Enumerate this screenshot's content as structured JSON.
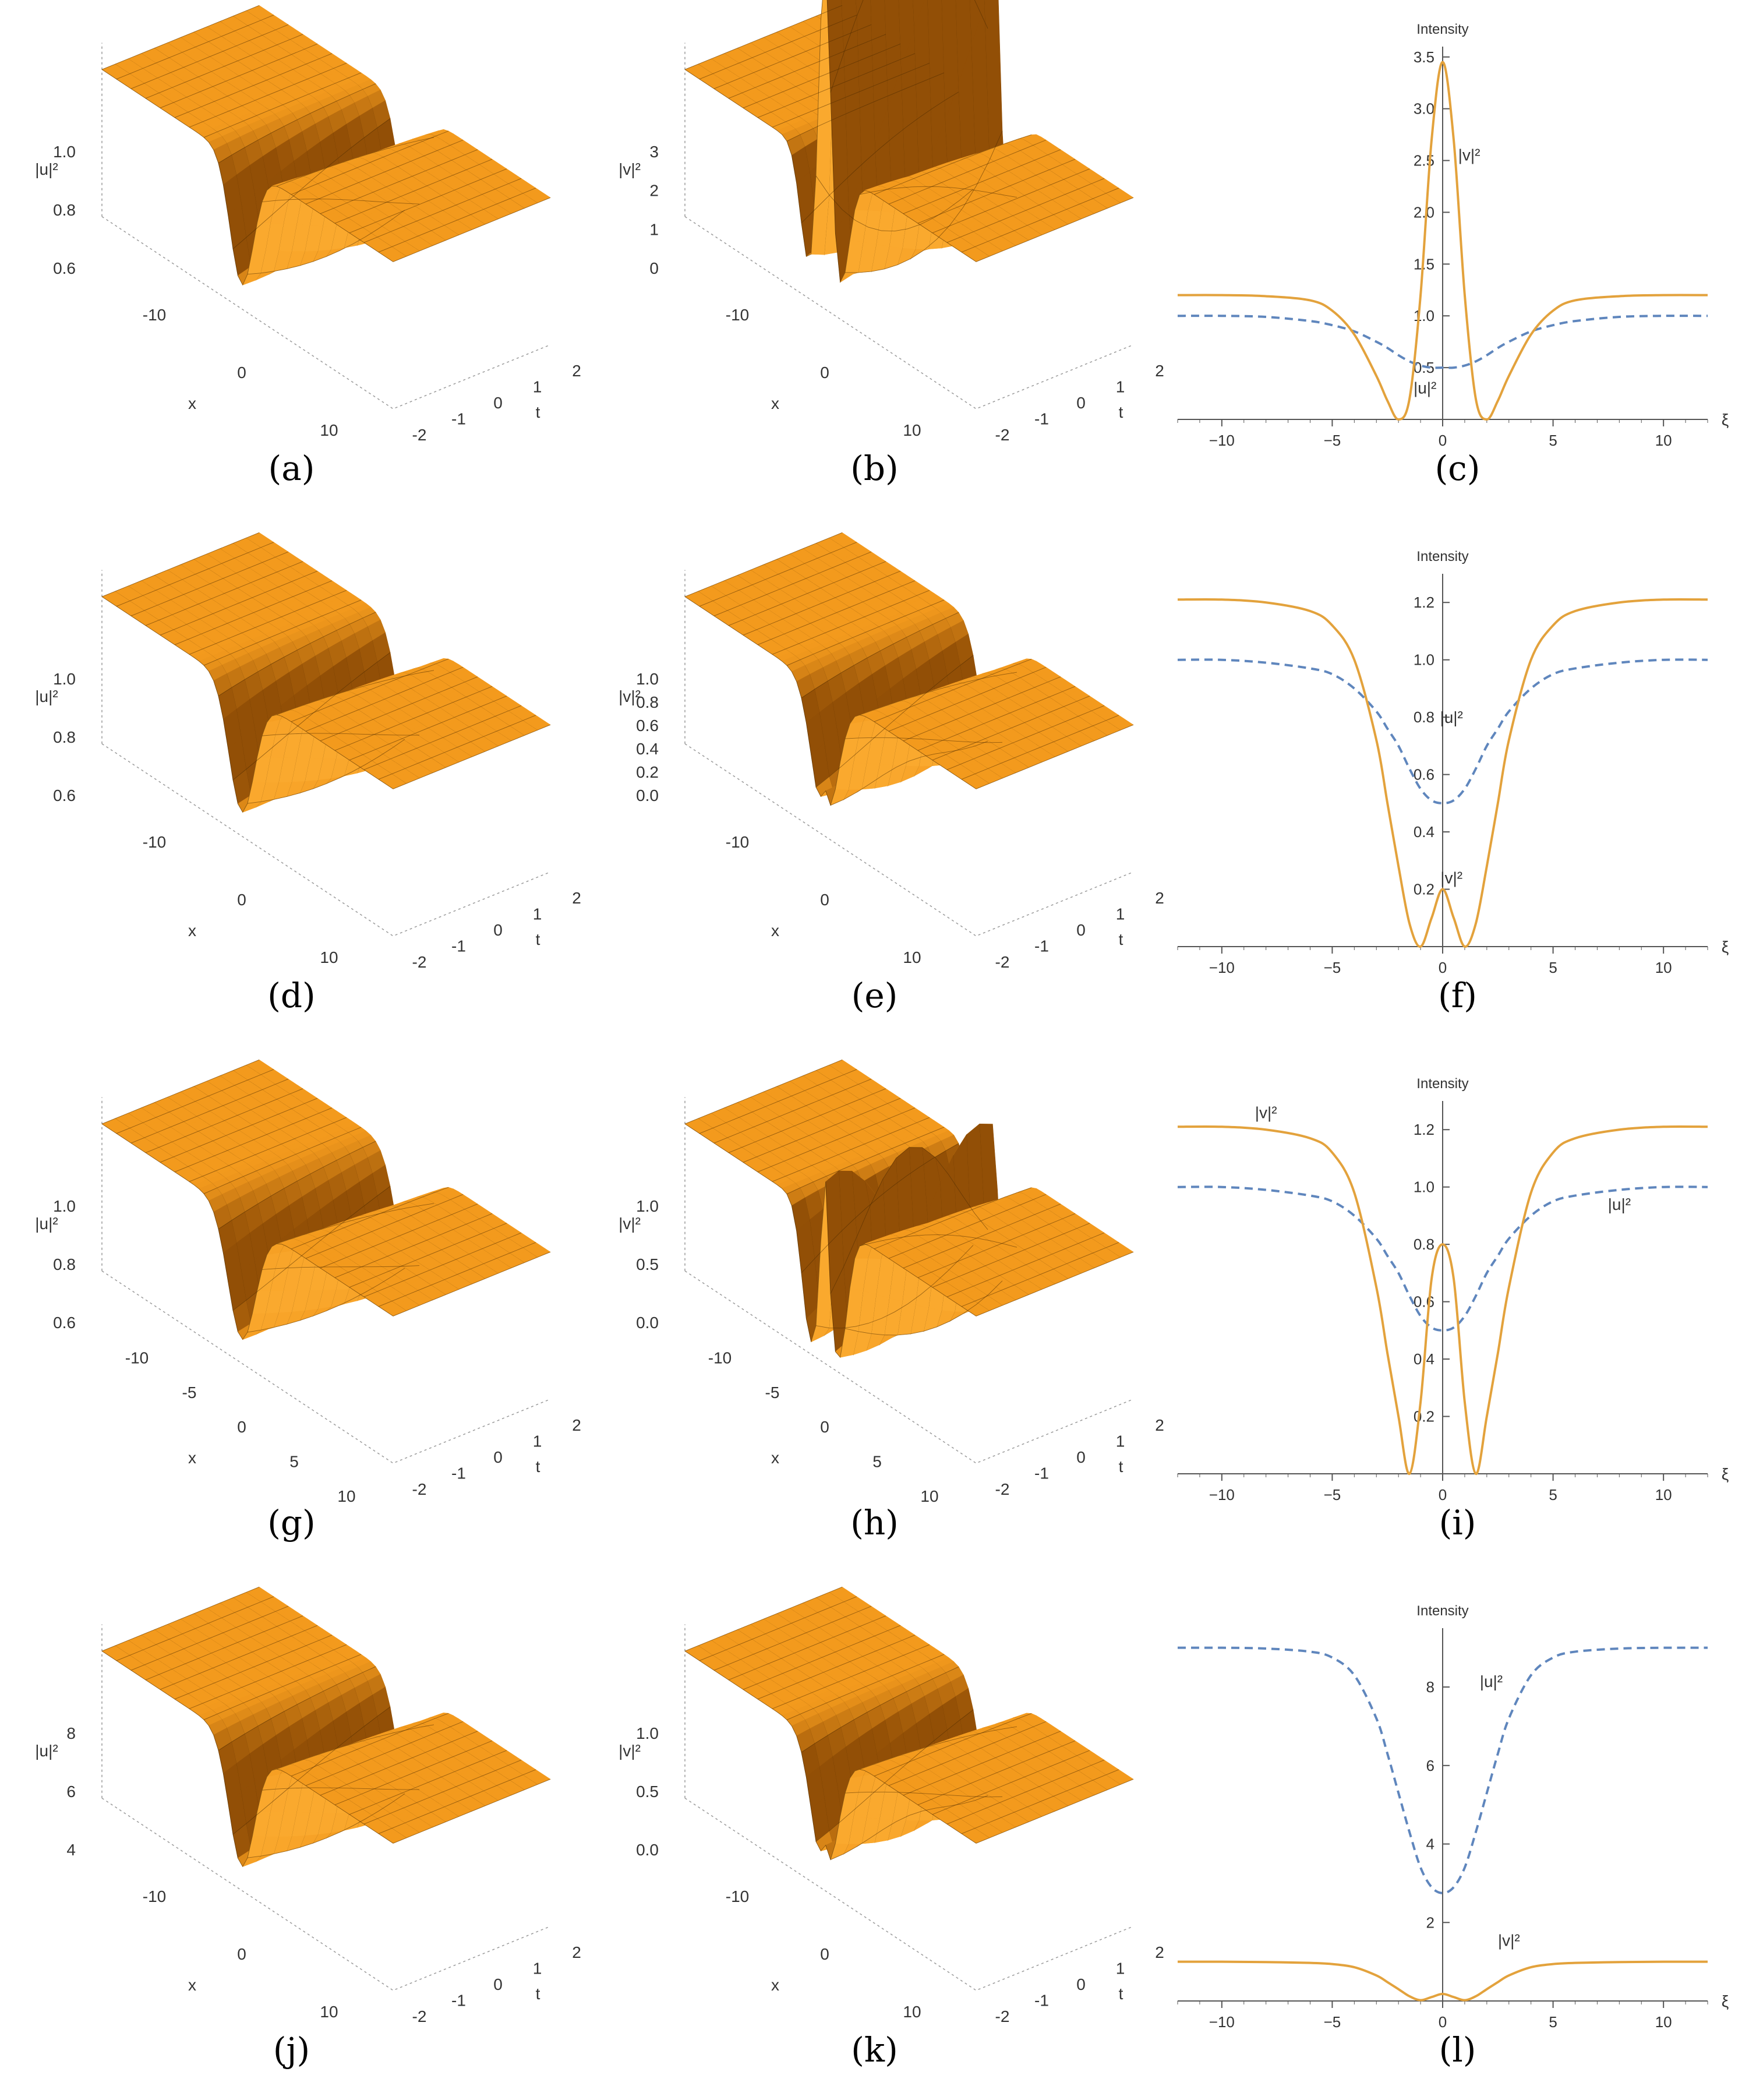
{
  "figure": {
    "colors": {
      "surface": "#f39a1d",
      "surface_light": "#ffb33a",
      "surface_dark": "#7a3c00",
      "mesh": "#4a2a00",
      "u_curve": "#5f86bd",
      "v_curve": "#e3a23c",
      "axis": "#555555"
    },
    "panels": [
      {
        "id": "a",
        "kind": "surface",
        "zlabel": "|u|²",
        "zticks": [
          "1.0",
          "0.8",
          "0.6"
        ],
        "xticks": [
          "-10",
          "0",
          "10"
        ],
        "tticks": [
          "-2",
          "-1",
          "0",
          "1",
          "2"
        ],
        "xlabel": "x",
        "tlabel": "t",
        "dips": [
          {
            "a": 0.92,
            "w": 1.2
          }
        ]
      },
      {
        "id": "b",
        "kind": "surface",
        "zlabel": "|v|²",
        "zticks": [
          "3",
          "2",
          "1",
          "0"
        ],
        "xticks": [
          "-10",
          "0",
          "10"
        ],
        "tticks": [
          "-2",
          "-1",
          "0",
          "1",
          "2"
        ],
        "xlabel": "x",
        "tlabel": "t",
        "dips": [
          {
            "a": 0.85,
            "w": 0.9,
            "dx": -1.6
          },
          {
            "a": -1.9,
            "w": 0.55,
            "dx": 0
          },
          {
            "a": 0.85,
            "w": 0.9,
            "dx": 1.6
          }
        ]
      },
      {
        "id": "c",
        "kind": "chart",
        "chart_index": 0
      },
      {
        "id": "d",
        "kind": "surface",
        "zlabel": "|u|²",
        "zticks": [
          "1.0",
          "0.8",
          "0.6"
        ],
        "xticks": [
          "-10",
          "0",
          "10"
        ],
        "tticks": [
          "-2",
          "-1",
          "0",
          "1",
          "2"
        ],
        "xlabel": "x",
        "tlabel": "t",
        "dips": [
          {
            "a": 0.92,
            "w": 1.3
          }
        ]
      },
      {
        "id": "e",
        "kind": "surface",
        "zlabel": "|v|²",
        "zticks": [
          "1.0",
          "0.8",
          "0.6",
          "0.4",
          "0.2",
          "0.0"
        ],
        "xticks": [
          "-10",
          "0",
          "10"
        ],
        "tticks": [
          "-2",
          "-1",
          "0",
          "1",
          "2"
        ],
        "xlabel": "x",
        "tlabel": "t",
        "dips": [
          {
            "a": 1.0,
            "w": 1.3
          },
          {
            "a": -0.25,
            "w": 0.35
          }
        ]
      },
      {
        "id": "f",
        "kind": "chart",
        "chart_index": 1
      },
      {
        "id": "g",
        "kind": "surface",
        "zlabel": "|u|²",
        "zticks": [
          "1.0",
          "0.8",
          "0.6"
        ],
        "xticks": [
          "-10",
          "-5",
          "0",
          "5",
          "10"
        ],
        "tticks": [
          "-2",
          "-1",
          "0",
          "1",
          "2"
        ],
        "xlabel": "x",
        "tlabel": "t",
        "dips": [
          {
            "a": 0.92,
            "w": 1.4
          }
        ]
      },
      {
        "id": "h",
        "kind": "surface",
        "zlabel": "|v|²",
        "zticks": [
          "1.0",
          "0.5",
          "0.0"
        ],
        "xticks": [
          "-10",
          "-5",
          "0",
          "5",
          "10"
        ],
        "tticks": [
          "-2",
          "-1",
          "0",
          "1",
          "2"
        ],
        "xlabel": "x",
        "tlabel": "t",
        "dips": [
          {
            "a": 1.0,
            "w": 0.9,
            "dx": -1.4
          },
          {
            "a": -0.9,
            "w": 0.35,
            "dx": 0
          },
          {
            "a": 1.0,
            "w": 0.9,
            "dx": 1.4
          }
        ]
      },
      {
        "id": "i",
        "kind": "chart",
        "chart_index": 2
      },
      {
        "id": "j",
        "kind": "surface",
        "zlabel": "|u|²",
        "zticks": [
          "8",
          "6",
          "4"
        ],
        "xticks": [
          "-10",
          "0",
          "10"
        ],
        "tticks": [
          "-2",
          "-1",
          "0",
          "1",
          "2"
        ],
        "xlabel": "x",
        "tlabel": "t",
        "dips": [
          {
            "a": 0.92,
            "w": 1.3
          }
        ]
      },
      {
        "id": "k",
        "kind": "surface",
        "zlabel": "|v|²",
        "zticks": [
          "1.0",
          "0.5",
          "0.0"
        ],
        "xticks": [
          "-10",
          "0",
          "10"
        ],
        "tticks": [
          "-2",
          "-1",
          "0",
          "1",
          "2"
        ],
        "xlabel": "x",
        "tlabel": "t",
        "dips": [
          {
            "a": 1.0,
            "w": 1.3
          },
          {
            "a": -0.25,
            "w": 0.35
          }
        ]
      },
      {
        "id": "l",
        "kind": "chart",
        "chart_index": 3
      }
    ],
    "captions": [
      "(a)",
      "(b)",
      "(c)",
      "(d)",
      "(e)",
      "(f)",
      "(g)",
      "(h)",
      "(i)",
      "(j)",
      "(k)",
      "(l)"
    ]
  },
  "chart_data": [
    {
      "type": "line",
      "panel": "c",
      "title": "Intensity",
      "xlabel": "ξ",
      "ylabel": "Intensity",
      "xlim": [
        -12,
        12
      ],
      "ylim": [
        0,
        3.6
      ],
      "xticks": [
        -10,
        -5,
        0,
        5,
        10
      ],
      "yticks": [
        0.5,
        1.0,
        1.5,
        2.0,
        2.5,
        3.0,
        3.5
      ],
      "x": [
        -12,
        -10,
        -8,
        -6,
        -5,
        -4,
        -3,
        -2.5,
        -2,
        -1.5,
        -1,
        -0.5,
        0,
        0.5,
        1,
        1.5,
        2,
        2.5,
        3,
        4,
        5,
        6,
        8,
        10,
        12
      ],
      "series": [
        {
          "name": "|u|²",
          "style": "dashed",
          "values": [
            1.0,
            1.0,
            0.99,
            0.95,
            0.91,
            0.85,
            0.75,
            0.69,
            0.62,
            0.56,
            0.52,
            0.5,
            0.5,
            0.5,
            0.52,
            0.56,
            0.62,
            0.69,
            0.75,
            0.85,
            0.91,
            0.95,
            0.99,
            1.0,
            1.0
          ]
        },
        {
          "name": "|v|²",
          "style": "solid",
          "values": [
            1.2,
            1.2,
            1.19,
            1.15,
            1.05,
            0.82,
            0.42,
            0.18,
            0.0,
            0.2,
            1.2,
            2.7,
            3.45,
            2.7,
            1.2,
            0.2,
            0.0,
            0.18,
            0.42,
            0.82,
            1.05,
            1.15,
            1.19,
            1.2,
            1.2
          ]
        }
      ],
      "annotations": [
        {
          "text": "|v|²",
          "x": 1.2,
          "y": 2.5
        },
        {
          "text": "|u|²",
          "x": -0.8,
          "y": 0.25
        }
      ]
    },
    {
      "type": "line",
      "panel": "f",
      "title": "Intensity",
      "xlabel": "ξ",
      "ylabel": "Intensity",
      "xlim": [
        -12,
        12
      ],
      "ylim": [
        0,
        1.3
      ],
      "xticks": [
        -10,
        -5,
        0,
        5,
        10
      ],
      "yticks": [
        0.2,
        0.4,
        0.6,
        0.8,
        1.0,
        1.2
      ],
      "x": [
        -12,
        -10,
        -8,
        -6,
        -5,
        -4,
        -3,
        -2.5,
        -2,
        -1.5,
        -1,
        -0.5,
        0,
        0.5,
        1,
        1.5,
        2,
        2.5,
        3,
        4,
        5,
        6,
        8,
        10,
        12
      ],
      "series": [
        {
          "name": "|u|²",
          "style": "dashed",
          "values": [
            1.0,
            1.0,
            0.99,
            0.97,
            0.95,
            0.9,
            0.82,
            0.76,
            0.7,
            0.62,
            0.55,
            0.51,
            0.5,
            0.51,
            0.55,
            0.62,
            0.7,
            0.76,
            0.82,
            0.9,
            0.95,
            0.97,
            0.99,
            1.0,
            1.0
          ]
        },
        {
          "name": "|v|²",
          "style": "solid",
          "values": [
            1.21,
            1.21,
            1.2,
            1.17,
            1.12,
            1.0,
            0.72,
            0.5,
            0.28,
            0.08,
            0.0,
            0.1,
            0.2,
            0.1,
            0.0,
            0.08,
            0.28,
            0.5,
            0.72,
            1.0,
            1.12,
            1.17,
            1.2,
            1.21,
            1.21
          ]
        }
      ],
      "annotations": [
        {
          "text": "|u|²",
          "x": 0.4,
          "y": 0.78
        },
        {
          "text": "|v|²",
          "x": 0.4,
          "y": 0.22
        }
      ]
    },
    {
      "type": "line",
      "panel": "i",
      "title": "Intensity",
      "xlabel": "ξ",
      "ylabel": "Intensity",
      "xlim": [
        -12,
        12
      ],
      "ylim": [
        0,
        1.3
      ],
      "xticks": [
        -10,
        -5,
        0,
        5,
        10
      ],
      "yticks": [
        0.2,
        0.4,
        0.6,
        0.8,
        1.0,
        1.2
      ],
      "x": [
        -12,
        -10,
        -8,
        -6,
        -5,
        -4,
        -3,
        -2.5,
        -2,
        -1.5,
        -1,
        -0.5,
        0,
        0.5,
        1,
        1.5,
        2,
        2.5,
        3,
        4,
        5,
        6,
        8,
        10,
        12
      ],
      "series": [
        {
          "name": "|u|²",
          "style": "dashed",
          "values": [
            1.0,
            1.0,
            0.99,
            0.97,
            0.95,
            0.9,
            0.82,
            0.76,
            0.7,
            0.62,
            0.55,
            0.51,
            0.5,
            0.51,
            0.55,
            0.62,
            0.7,
            0.76,
            0.82,
            0.9,
            0.95,
            0.97,
            0.99,
            1.0,
            1.0
          ]
        },
        {
          "name": "|v|²",
          "style": "solid",
          "values": [
            1.21,
            1.21,
            1.2,
            1.17,
            1.12,
            0.98,
            0.65,
            0.42,
            0.2,
            0.0,
            0.25,
            0.68,
            0.8,
            0.68,
            0.25,
            0.0,
            0.2,
            0.42,
            0.65,
            0.98,
            1.12,
            1.17,
            1.2,
            1.21,
            1.21
          ]
        }
      ],
      "annotations": [
        {
          "text": "|v|²",
          "x": -8,
          "y": 1.24
        },
        {
          "text": "|u|²",
          "x": 8,
          "y": 0.92
        }
      ]
    },
    {
      "type": "line",
      "panel": "l",
      "title": "Intensity",
      "xlabel": "ξ",
      "ylabel": "Intensity",
      "xlim": [
        -12,
        12
      ],
      "ylim": [
        0,
        9.5
      ],
      "xticks": [
        -10,
        -5,
        0,
        5,
        10
      ],
      "yticks": [
        2,
        4,
        6,
        8
      ],
      "x": [
        -12,
        -10,
        -8,
        -6,
        -5,
        -4,
        -3,
        -2.5,
        -2,
        -1.5,
        -1,
        -0.5,
        0,
        0.5,
        1,
        1.5,
        2,
        2.5,
        3,
        4,
        5,
        6,
        8,
        10,
        12
      ],
      "series": [
        {
          "name": "|u|²",
          "style": "dashed",
          "values": [
            9.0,
            9.0,
            8.98,
            8.9,
            8.75,
            8.3,
            7.2,
            6.3,
            5.3,
            4.3,
            3.4,
            2.9,
            2.75,
            2.9,
            3.4,
            4.3,
            5.3,
            6.3,
            7.2,
            8.3,
            8.75,
            8.9,
            8.98,
            9.0,
            9.0
          ]
        },
        {
          "name": "|v|²",
          "style": "solid",
          "values": [
            1.0,
            1.0,
            0.99,
            0.97,
            0.94,
            0.86,
            0.65,
            0.48,
            0.3,
            0.12,
            0.02,
            0.1,
            0.18,
            0.1,
            0.02,
            0.12,
            0.3,
            0.48,
            0.65,
            0.86,
            0.94,
            0.97,
            0.99,
            1.0,
            1.0
          ]
        }
      ],
      "annotations": [
        {
          "text": "|u|²",
          "x": 2.2,
          "y": 8.0
        },
        {
          "text": "|v|²",
          "x": 3.0,
          "y": 1.4
        }
      ]
    }
  ]
}
